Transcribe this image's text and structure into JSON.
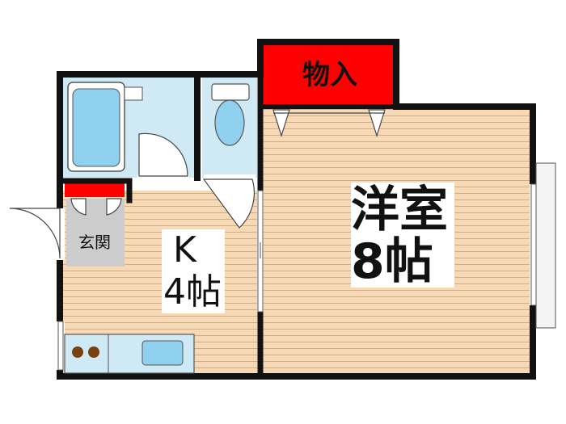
{
  "floorplan": {
    "closet_label": "物入",
    "western_room": {
      "name": "洋室",
      "size": "8帖"
    },
    "kitchen": {
      "name": "K",
      "size": "4帖"
    },
    "entrance_label": "玄関"
  },
  "colors": {
    "wall": "#111111",
    "floor_wood": "#f8d9b6",
    "floor_line": "#d8aa80",
    "closet_red": "#ff0000",
    "wet_area_blue": "#cfe9f5",
    "fixture_blue": "#8fd0ef",
    "entrance_gray": "#cccccc",
    "stove_brown": "#7a4010"
  }
}
